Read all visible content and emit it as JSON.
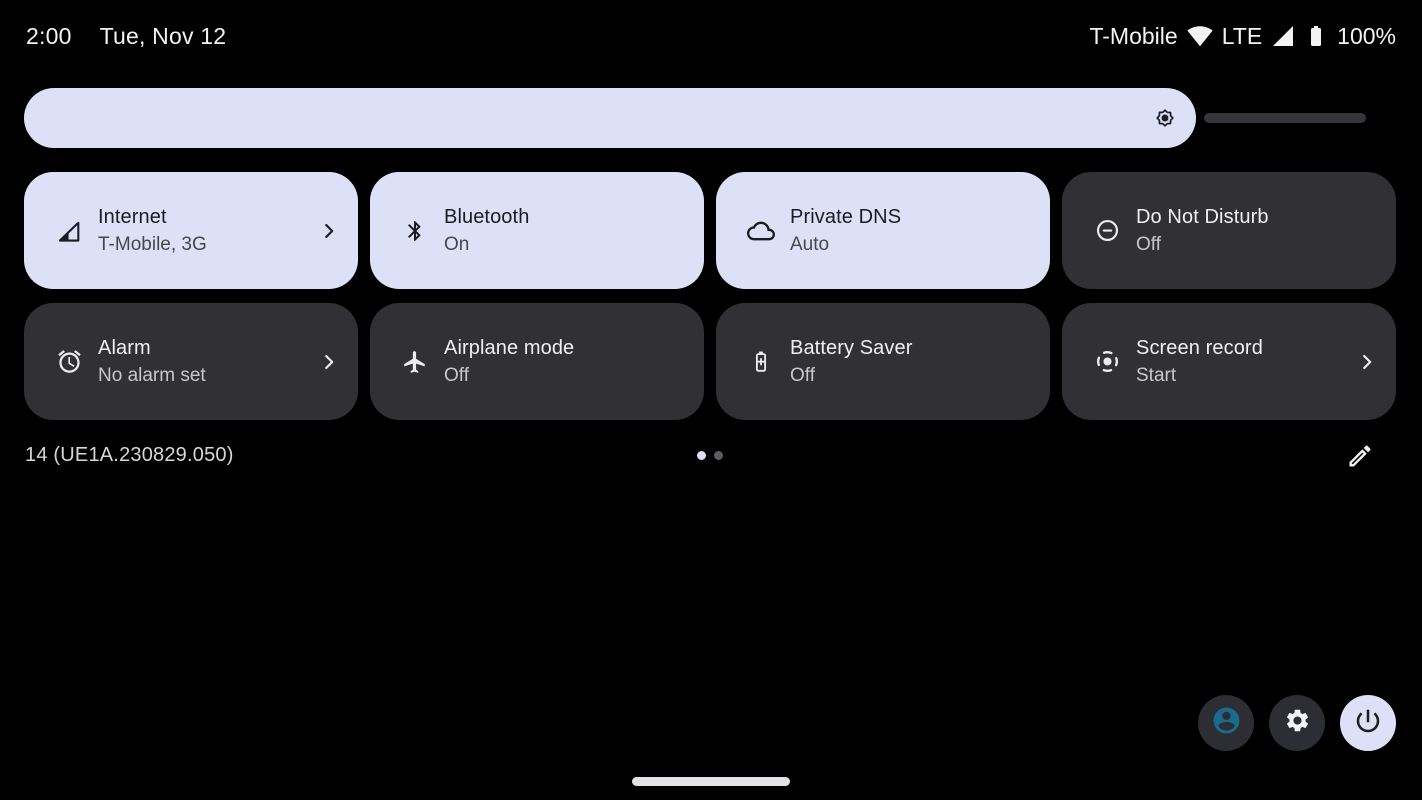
{
  "status_bar": {
    "time": "2:00",
    "date": "Tue, Nov 12",
    "carrier": "T-Mobile",
    "network_type": "LTE",
    "battery_percent": "100%",
    "icons": [
      "wifi-icon",
      "cellular-signal-icon",
      "battery-icon"
    ]
  },
  "brightness_slider": {
    "icon": "brightness-icon",
    "value_fraction": 0.87
  },
  "quick_settings": {
    "tiles": [
      {
        "label": "Internet",
        "status": "T-Mobile, 3G",
        "icon": "internet-signal-icon",
        "active": true,
        "chevron": true
      },
      {
        "label": "Bluetooth",
        "status": "On",
        "icon": "bluetooth-icon",
        "active": true,
        "chevron": false
      },
      {
        "label": "Private DNS",
        "status": "Auto",
        "icon": "cloud-icon",
        "active": true,
        "chevron": false
      },
      {
        "label": "Do Not Disturb",
        "status": "Off",
        "icon": "do-not-disturb-icon",
        "active": false,
        "chevron": false
      },
      {
        "label": "Alarm",
        "status": "No alarm set",
        "icon": "alarm-clock-icon",
        "active": false,
        "chevron": true
      },
      {
        "label": "Airplane mode",
        "status": "Off",
        "icon": "airplane-icon",
        "active": false,
        "chevron": false
      },
      {
        "label": "Battery Saver",
        "status": "Off",
        "icon": "battery-saver-icon",
        "active": false,
        "chevron": false
      },
      {
        "label": "Screen record",
        "status": "Start",
        "icon": "screen-record-icon",
        "active": false,
        "chevron": true
      }
    ]
  },
  "footer": {
    "build_number": "14 (UE1A.230829.050)",
    "page_indicator": {
      "pages": 2,
      "active_page": 1
    },
    "edit_icon": "pencil-icon"
  },
  "bottom_bar": {
    "buttons": [
      {
        "name": "user-switcher",
        "icon": "user-avatar-icon"
      },
      {
        "name": "settings",
        "icon": "gear-icon"
      },
      {
        "name": "power",
        "icon": "power-icon"
      }
    ]
  },
  "colors": {
    "accent": "#dce1f8",
    "tile_inactive_bg": "#303035",
    "dark_button_bg": "#2c2e33",
    "avatar_icon": "#1a6c8e",
    "slider_track": "#35363c",
    "background": "#000000"
  }
}
